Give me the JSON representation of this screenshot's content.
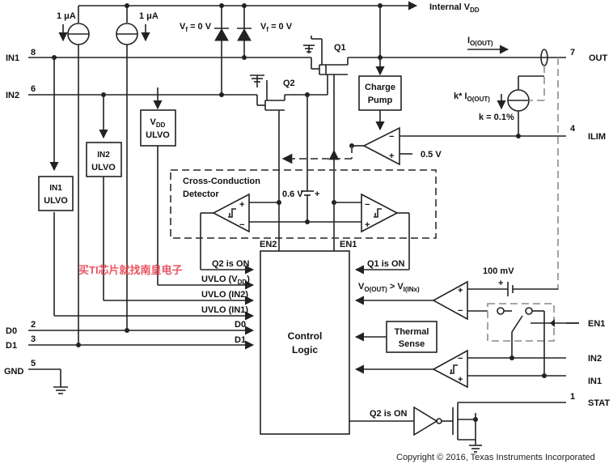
{
  "labels": {
    "internal_vdd": "Internal V",
    "internal_vdd_sub": "DD",
    "current_1ua_a": "1 μA",
    "current_1ua_b": "1 μA",
    "vf_a": "V",
    "vf_a_sub": "f",
    "vf_a_val": " = 0 V",
    "vf_b": "V",
    "vf_b_sub": "f",
    "vf_b_val": " = 0 V",
    "q1": "Q1",
    "q2": "Q2",
    "io_out": "I",
    "io_out_sub": "O(OUT)",
    "k_io_out": "k* I",
    "k_io_out_sub": "O(OUT)",
    "k_value": "k = 0.1%",
    "charge_pump_1": "Charge",
    "charge_pump_2": "Pump",
    "vdd_ulvo_1": "V",
    "vdd_ulvo_1_sub": "DD",
    "vdd_ulvo_2": "ULVO",
    "in2_ulvo_1": "IN2",
    "in2_ulvo_2": "ULVO",
    "in1_ulvo_1": "IN1",
    "in1_ulvo_2": "ULVO",
    "ref_05v": "0.5 V",
    "cross_conduction_1": "Cross-Conduction",
    "cross_conduction_2": "Detector",
    "ref_06v": "0.6 V",
    "plus_sign": "+",
    "en2": "EN2",
    "en1_internal": "EN1",
    "q2_is_on": "Q2 is ON",
    "q1_is_on": "Q1 is ON",
    "uvlo_vdd": "UVLO (V",
    "uvlo_vdd_sub": "DD",
    "uvlo_vdd_end": ")",
    "uvlo_in2": "UVLO (IN2)",
    "uvlo_in1": "UVLO (IN1)",
    "d0_internal": "D0",
    "d1_internal": "D1",
    "control_logic_1": "Control",
    "control_logic_2": "Logic",
    "thermal_sense_1": "Thermal",
    "thermal_sense_2": "Sense",
    "mv100": "100 mV",
    "vo_gt_vi_1": "V",
    "vo_gt_vi_1_sub": "O(OUT)",
    "vo_gt_vi_mid": " > V",
    "vo_gt_vi_2_sub": "I(INx)",
    "q2_is_on_stat": "Q2 is ON",
    "watermark": "买TI芯片就找南皇电子",
    "copyright": "Copyright © 2016, Texas Instruments Incorporated"
  },
  "pins": {
    "in1": {
      "name": "IN1",
      "number": "8"
    },
    "in2": {
      "name": "IN2",
      "number": "6"
    },
    "d0": {
      "name": "D0",
      "number": "2"
    },
    "d1": {
      "name": "D1",
      "number": "3"
    },
    "gnd": {
      "name": "GND",
      "number": "5"
    },
    "out": {
      "name": "OUT",
      "number": "7"
    },
    "ilim": {
      "name": "ILIM",
      "number": "4"
    },
    "en1": {
      "name": "EN1",
      "number": ""
    },
    "in2_right": {
      "name": "IN2",
      "number": ""
    },
    "in1_right": {
      "name": "IN1",
      "number": ""
    },
    "stat": {
      "name": "STAT",
      "number": "1"
    }
  }
}
